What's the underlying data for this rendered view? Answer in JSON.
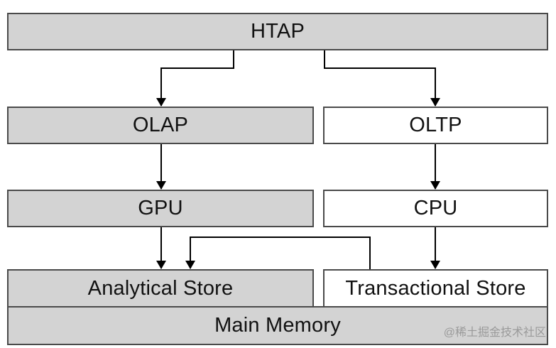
{
  "nodes": {
    "htap": "HTAP",
    "olap": "OLAP",
    "oltp": "OLTP",
    "gpu": "GPU",
    "cpu": "CPU",
    "analytical_store": "Analytical Store",
    "transactional_store": "Transactional Store",
    "main_memory": "Main Memory"
  },
  "colors": {
    "gray_fill": "#d3d3d3",
    "white_fill": "#ffffff",
    "stroke": "#4a4a4a"
  },
  "watermark": "@稀土掘金技术社区"
}
